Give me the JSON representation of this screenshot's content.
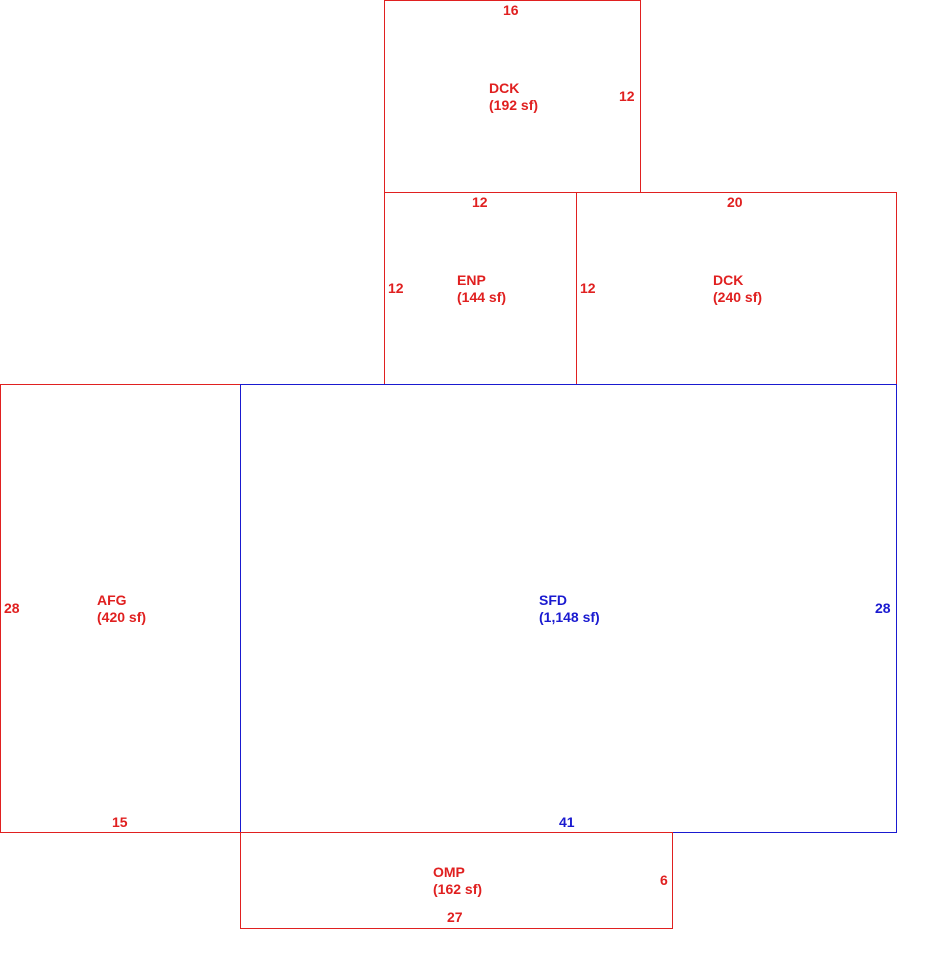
{
  "colors": {
    "addition": "#e02020",
    "main": "#1a1ad0"
  },
  "areas": {
    "dck_top": {
      "code": "DCK",
      "area": "(192 sf)",
      "dims": {
        "top": "16",
        "right": "12"
      }
    },
    "enp": {
      "code": "ENP",
      "area": "(144 sf)",
      "dims": {
        "top": "12",
        "left": "12"
      }
    },
    "dck_right": {
      "code": "DCK",
      "area": "(240 sf)",
      "dims": {
        "top": "20",
        "left": "12"
      }
    },
    "afg": {
      "code": "AFG",
      "area": "(420 sf)",
      "dims": {
        "left": "28",
        "bottom": "15"
      }
    },
    "sfd": {
      "code": "SFD",
      "area": "(1,148 sf)",
      "dims": {
        "right": "28",
        "bottom": "41"
      }
    },
    "omp": {
      "code": "OMP",
      "area": "(162 sf)",
      "dims": {
        "right": "6",
        "bottom": "27"
      }
    }
  }
}
